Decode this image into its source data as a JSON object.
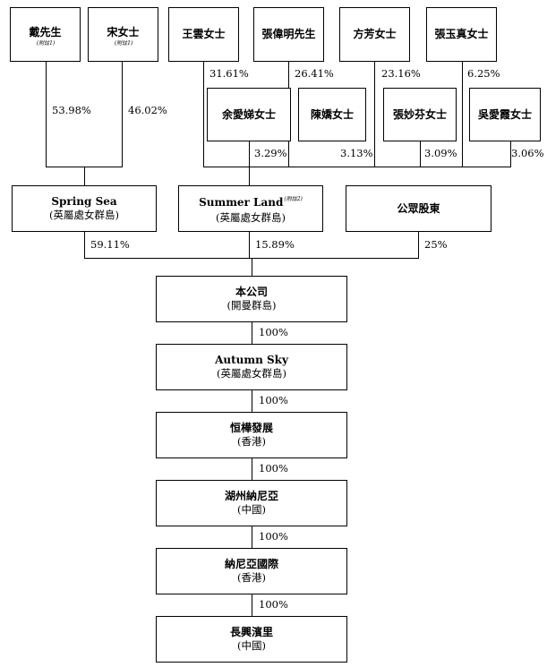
{
  "individuals": {
    "dai": {
      "name": "戴先生",
      "note": "(附註1)"
    },
    "song": {
      "name": "宋女士",
      "note": "(附註1)"
    },
    "wang": {
      "name": "王雲女士"
    },
    "zhang_weiming": {
      "name": "張偉明先生"
    },
    "fang": {
      "name": "方芳女士"
    },
    "zhang_yuzhen": {
      "name": "張玉真女士"
    },
    "yu": {
      "name": "余愛娣女士"
    },
    "chen": {
      "name": "陳嬌女士"
    },
    "zhang_miaofen": {
      "name": "張妙芬女士"
    },
    "wu": {
      "name": "吳愛霞女士"
    }
  },
  "shareholders": {
    "spring_sea": {
      "name": "Spring Sea",
      "place": "(英屬處女群島)"
    },
    "summer_land": {
      "name": "Summer Land",
      "note": "(附註2)",
      "place": "(英屬處女群島)"
    },
    "public": {
      "name": "公眾股東"
    }
  },
  "chain": [
    {
      "name": "本公司",
      "place": "(開曼群島)"
    },
    {
      "name": "Autumn Sky",
      "place": "(英屬處女群島)"
    },
    {
      "name": "恒樺發展",
      "place": "(香港)"
    },
    {
      "name": "湖州納尼亞",
      "place": "(中國)"
    },
    {
      "name": "納尼亞國際",
      "place": "(香港)"
    },
    {
      "name": "長興濱里",
      "place": "(中國)"
    }
  ],
  "percentages": {
    "dai": "53.98%",
    "song": "46.02%",
    "wang": "31.61%",
    "zhang_weiming": "26.41%",
    "fang": "23.16%",
    "zhang_yuzhen": "6.25%",
    "yu": "3.29%",
    "chen": "3.13%",
    "zhang_miaofen": "3.09%",
    "wu": "3.06%",
    "spring_sea": "59.11%",
    "summer_land": "15.89%",
    "public": "25%",
    "link1": "100%",
    "link2": "100%",
    "link3": "100%",
    "link4": "100%",
    "link5": "100%"
  }
}
